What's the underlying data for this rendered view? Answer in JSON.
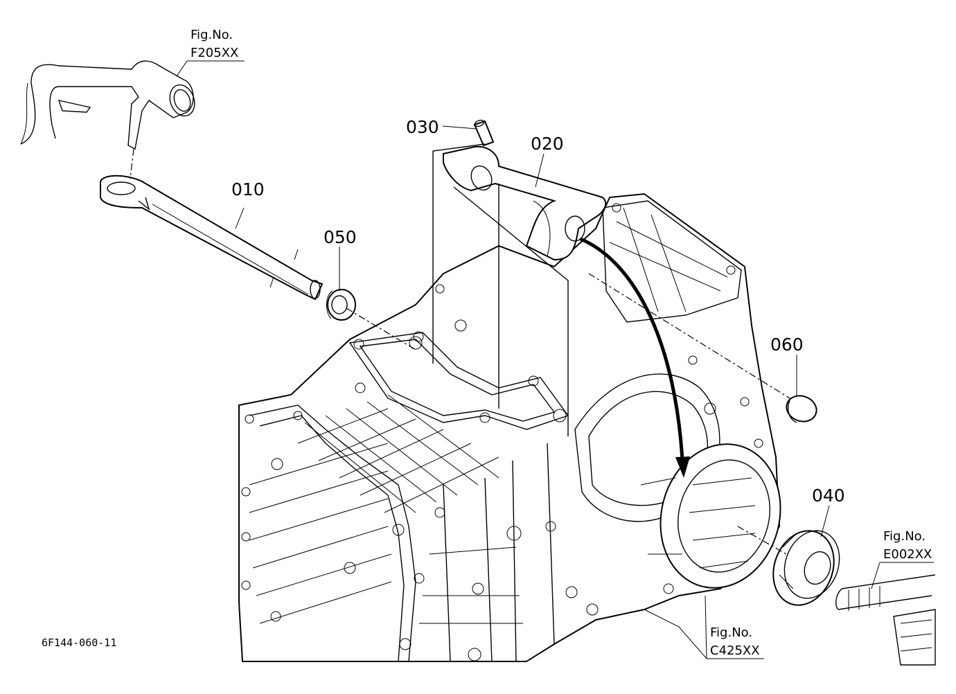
{
  "labels": {
    "p010": "010",
    "p020": "020",
    "p030": "030",
    "p040": "040",
    "p050": "050",
    "p060": "060"
  },
  "fig_refs": {
    "f205": {
      "line1": "Fig.No.",
      "line2": "F205XX"
    },
    "e002": {
      "line1": "Fig.No.",
      "line2": "E002XX"
    },
    "c425": {
      "line1": "Fig.No.",
      "line2": "C425XX"
    }
  },
  "drawing_code": "6F144-060-11"
}
